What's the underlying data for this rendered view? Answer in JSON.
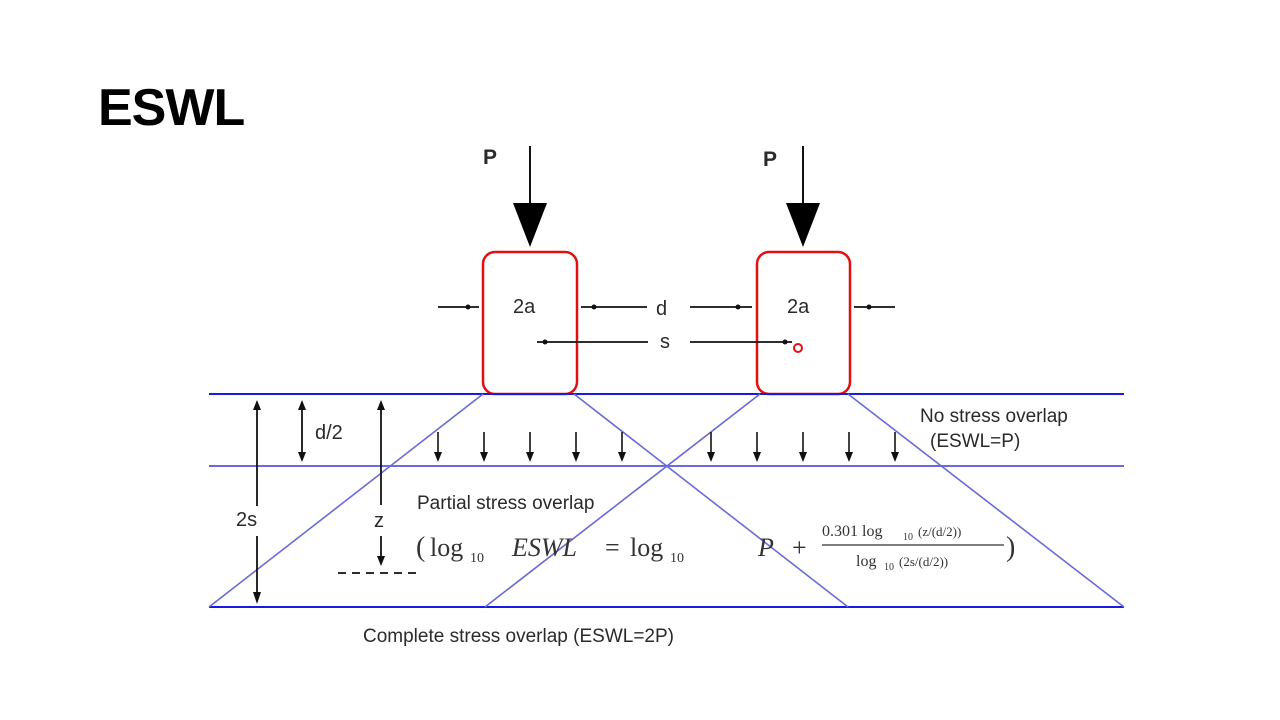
{
  "slide": {
    "title": "ESWL"
  },
  "diagram": {
    "load_left": "P",
    "load_right": "P",
    "contact_width_left": "2a",
    "contact_width_right": "2a",
    "clear_gap": "d",
    "center_spacing": "s",
    "half_gap": "d/2",
    "depth_2s": "2s",
    "depth_z": "z",
    "zone_no_overlap": {
      "line1": "No stress overlap",
      "line2": "(ESWL=P)"
    },
    "zone_partial": "Partial stress overlap",
    "zone_complete": "Complete stress overlap (ESWL=2P)",
    "equation": {
      "open": "(",
      "lhs_log": "log",
      "lhs_sub": "10",
      "lhs_var": "ESWL",
      "equals": "=",
      "rhs_log": "log",
      "rhs_sub": "10",
      "rhs_var": "P",
      "plus": "+",
      "num": "0.301 log",
      "num_sub": "10",
      "num_frac": "(z/(d/2))",
      "den": "log",
      "den_sub": "10",
      "den_frac": "(2s/(d/2))",
      "close": ")"
    },
    "colors": {
      "tire": "#e01010",
      "layer": "#1a1ae6",
      "dispersion": "#6a6ad8",
      "ink": "#111111"
    }
  }
}
